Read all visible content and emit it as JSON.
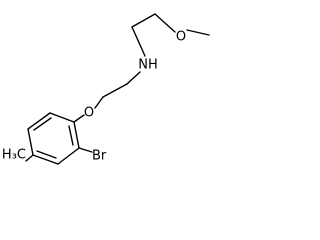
{
  "molecule": {
    "atoms": {
      "oxygen_top": "O",
      "nitrogen": "NH",
      "oxygen_ether": "O",
      "bromine": "Br",
      "methyl": "H₃C"
    }
  }
}
